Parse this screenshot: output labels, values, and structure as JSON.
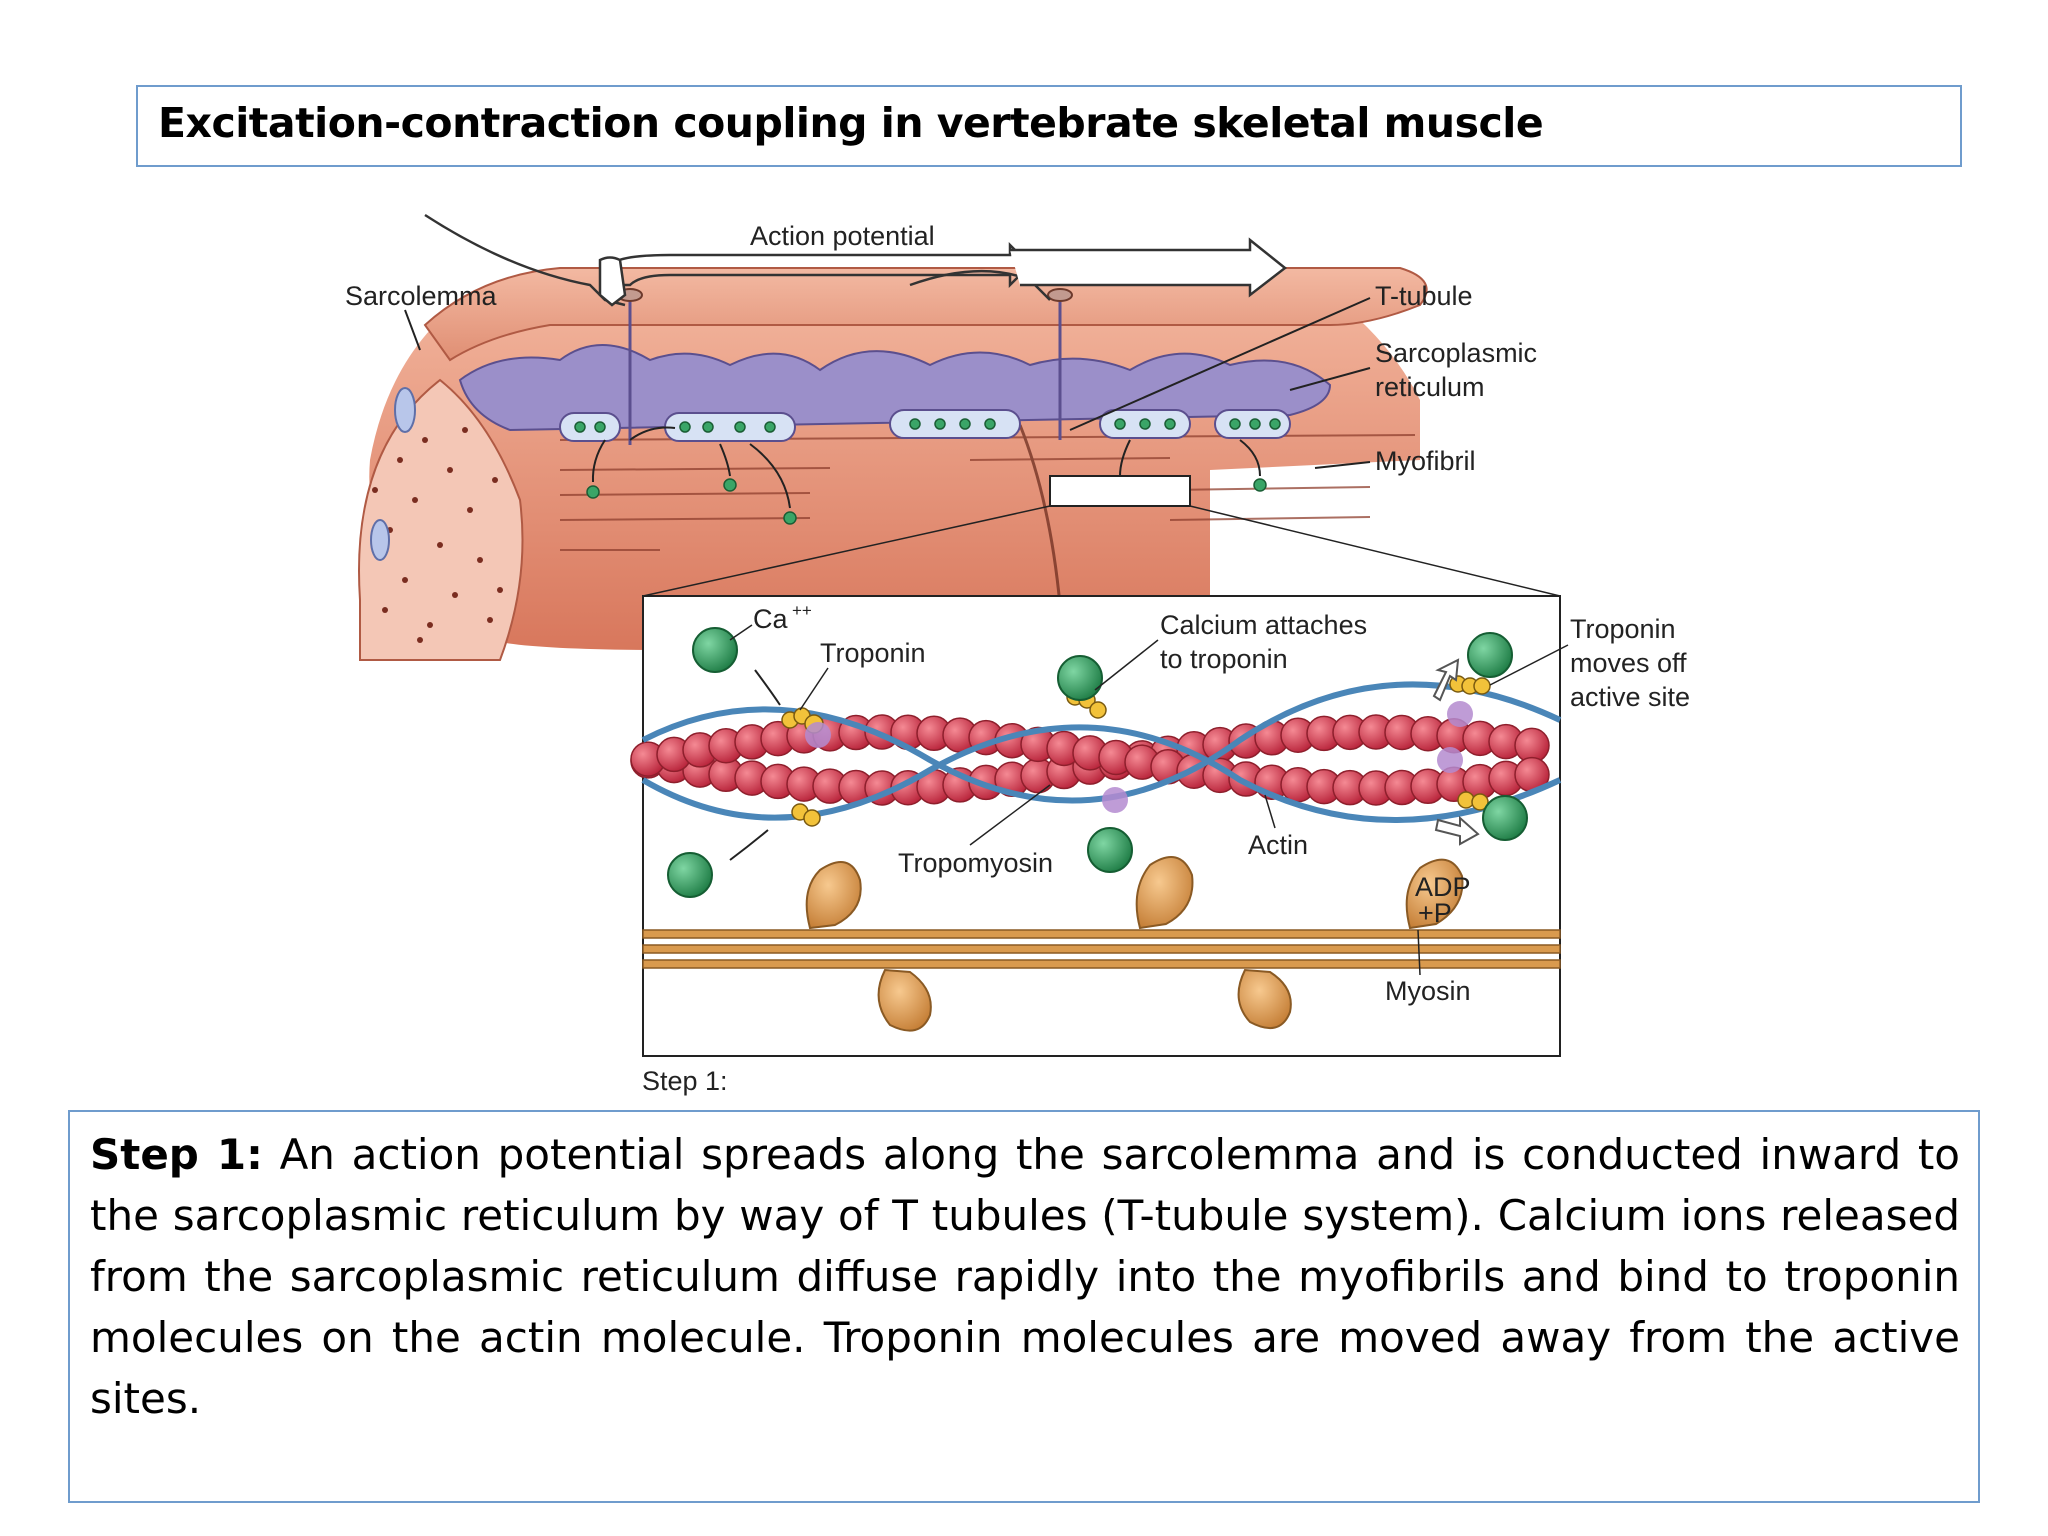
{
  "title": "Excitation-contraction coupling in vertebrate skeletal muscle",
  "figure": {
    "labels": {
      "action_potential": "Action potential",
      "sarcolemma": "Sarcolemma",
      "t_tubule": "T-tubule",
      "sarcoplasmic_1": "Sarcoplasmic",
      "sarcoplasmic_2": "reticulum",
      "myofibril": "Myofibril",
      "ca": "Ca",
      "ca_sup": "++",
      "troponin": "Troponin",
      "calcium_attaches_1": "Calcium attaches",
      "calcium_attaches_2": "to troponin",
      "troponin_moves_1": "Troponin",
      "troponin_moves_2": "moves off",
      "troponin_moves_3": "active site",
      "tropomyosin": "Tropomyosin",
      "actin": "Actin",
      "adp": "ADP",
      "p": "+P",
      "myosin": "Myosin",
      "step": "Step 1:"
    },
    "colors": {
      "muscle": "#e9957a",
      "sr": "#9b8fc9",
      "calcium": "#2e9b5c",
      "actin": "#d9404f",
      "tropomyosin": "#4a86b8",
      "troponin": "#f2c23a",
      "myosin": "#d99a4e"
    }
  },
  "description": {
    "lead": "Step 1:",
    "text": " An action potential spreads along the sarcolemma and is conducted inward to the sarcoplasmic reticulum by way of T tubules (T-tubule system). Calcium ions released from the sarcoplasmic reticulum diffuse rapidly into the myofibrils and bind to troponin molecules on the actin molecule. Troponin molecules are moved away from the active sites."
  }
}
